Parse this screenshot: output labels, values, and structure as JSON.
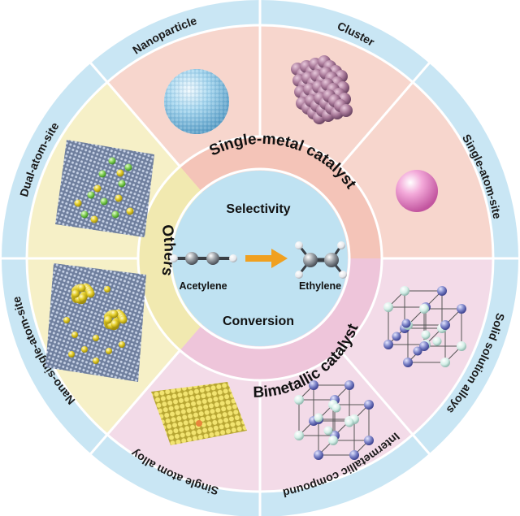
{
  "colors": {
    "outer_ring": "#c9e6f4",
    "center": "#bfe2f2",
    "single_metal_sector": "#f7d6cd",
    "single_metal_band": "#f4c4b8",
    "bimetallic_sector": "#f3dbe8",
    "bimetallic_band": "#eec5da",
    "others_sector": "#f6f0c7",
    "others_band": "#f1e9b0",
    "arrow": "#f0a020"
  },
  "outer_labels": {
    "nanoparticle": "Nanoparticle",
    "cluster": "Cluster",
    "single_atom_site": "Single-atom-site",
    "solid_solution_alloys": "Solid solution alloys",
    "intermetallic_compound": "Intermetallic compound",
    "single_atom_alloy": "Single atom alloy",
    "nano_single_atom_site": "Nano-single-atom-site",
    "dual_atom_site": "Dual-atom-site"
  },
  "ring_labels": {
    "single_metal": "Single-metal catalyst",
    "bimetallic": "Bimetallic catalyst",
    "others": "Others"
  },
  "center": {
    "selectivity": "Selectivity",
    "conversion": "Conversion",
    "reactant": "Acetylene",
    "product": "Ethylene"
  }
}
